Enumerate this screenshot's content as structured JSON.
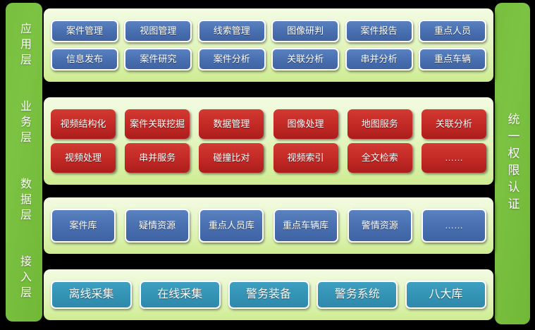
{
  "rails": {
    "left": {
      "name": "layer-names-rail",
      "labels": [
        "应用层",
        "业务层",
        "数据层",
        "接入层"
      ]
    },
    "right": {
      "name": "unified-auth-rail",
      "label": "统一权限认证"
    }
  },
  "colors": {
    "rail_green": "#7cc243",
    "panel_light": "#f3fbe3",
    "panel_green": "#cdec90",
    "node_blue": "#4a71b2",
    "node_red": "#c42a26",
    "node_teal": "#3494b6",
    "background": "#000000"
  },
  "layers": [
    {
      "id": "application",
      "label": "应用层",
      "node_style": "blue",
      "rows": [
        [
          "案件管理",
          "视图管理",
          "线索管理",
          "图像研判",
          "案件报告",
          "重点人员"
        ],
        [
          "信息发布",
          "案件研究",
          "案件分析",
          "关联分析",
          "串并分析",
          "重点车辆"
        ]
      ]
    },
    {
      "id": "business",
      "label": "业务层",
      "node_style": "red",
      "rows": [
        [
          "视频结构化",
          "案件关联挖掘",
          "数据管理",
          "图像处理",
          "地图服务",
          "关联分析"
        ],
        [
          "视频处理",
          "串并服务",
          "碰撞比对",
          "视频索引",
          "全文检索",
          "……"
        ]
      ]
    },
    {
      "id": "data",
      "label": "数据层",
      "node_style": "blue",
      "rows": [
        [
          "案件库",
          "疑情资源",
          "重点人员库",
          "重点车辆库",
          "警情资源",
          "……"
        ]
      ]
    },
    {
      "id": "access",
      "label": "接入层",
      "node_style": "teal",
      "rows": [
        [
          "离线采集",
          "在线采集",
          "警务装备",
          "警务系统",
          "八大库"
        ]
      ]
    }
  ]
}
